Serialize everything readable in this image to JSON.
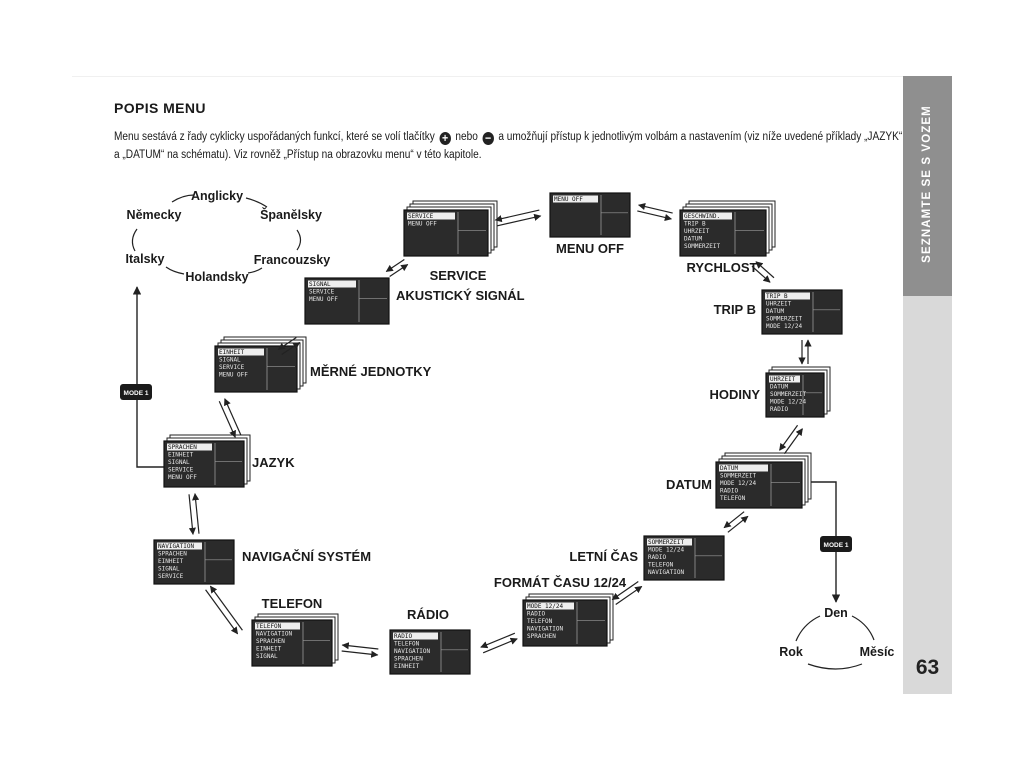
{
  "heading": "POPIS MENU",
  "intro": {
    "line1_a": "Menu sestává z řady cyklicky uspořádaných funkcí, které se volí tlačítky",
    "plus_symbol": "+",
    "conj": "nebo",
    "minus_symbol": "−",
    "line1_b": "a umožňují přístup k jednotlivým volbám a nastavením (viz níže uvedené příklady „JAZYK“",
    "line2": "a „DATUM“ na schématu). Viz rovněž „Přístup na obrazovku menu“ v této kapitole."
  },
  "side_tab_title": "SEZNAMTE SE S VOZEM",
  "page_number": "63",
  "languages": [
    "Anglicky",
    "Španělsky",
    "Francouzsky",
    "Holandsky",
    "Italsky",
    "Německy"
  ],
  "date_units": [
    "Den",
    "Měsíc",
    "Rok"
  ],
  "mode_button": "MODE 1",
  "screens": [
    {
      "label": "MENU OFF",
      "lines": [
        "MENU OFF"
      ]
    },
    {
      "label": "RYCHLOST",
      "lines": [
        "GESCHWIND.",
        "TRIP B",
        "UHRZEIT",
        "DATUM",
        "SOMMERZEIT"
      ]
    },
    {
      "label": "TRIP B",
      "lines": [
        "TRIP B",
        "UHRZEIT",
        "DATUM",
        "SOMMERZEIT",
        "MODE 12/24"
      ]
    },
    {
      "label": "HODINY",
      "lines": [
        "UHRZEIT",
        "DATUM",
        "SOMMERZEIT",
        "MODE 12/24",
        "RADIO"
      ]
    },
    {
      "label": "DATUM",
      "lines": [
        "DATUM",
        "SOMMERZEIT",
        "MODE 12/24",
        "RADIO",
        "TELEFON"
      ]
    },
    {
      "label": "LETNÍ ČAS",
      "lines": [
        "SOMMERZEIT",
        "MODE 12/24",
        "RADIO",
        "TELEFON",
        "NAVIGATION"
      ]
    },
    {
      "label": "FORMÁT ČASU 12/24",
      "lines": [
        "MODE 12/24",
        "RADIO",
        "TELEFON",
        "NAVIGATION",
        "SPRACHEN"
      ]
    },
    {
      "label": "RÁDIO",
      "lines": [
        "RADIO",
        "TELEFON",
        "NAVIGATION",
        "SPRACHEN",
        "EINHEIT"
      ]
    },
    {
      "label": "TELEFON",
      "lines": [
        "TELEFON",
        "NAVIGATION",
        "SPRACHEN",
        "EINHEIT",
        "SIGNAL"
      ]
    },
    {
      "label": "NAVIGAČNÍ SYSTÉM",
      "lines": [
        "NAVIGATION",
        "SPRACHEN",
        "EINHEIT",
        "SIGNAL",
        "SERVICE"
      ]
    },
    {
      "label": "JAZYK",
      "lines": [
        "SPRACHEN",
        "EINHEIT",
        "SIGNAL",
        "SERVICE",
        "MENU OFF"
      ]
    },
    {
      "label": "MĚRNÉ JEDNOTKY",
      "lines": [
        "EINHEIT",
        "SIGNAL",
        "SERVICE",
        "MENU OFF"
      ]
    },
    {
      "label": "AKUSTICKÝ SIGNÁL",
      "lines": [
        "SIGNAL",
        "SERVICE",
        "MENU OFF"
      ]
    },
    {
      "label": "SERVICE",
      "lines": [
        "SERVICE",
        "MENU OFF"
      ]
    }
  ]
}
